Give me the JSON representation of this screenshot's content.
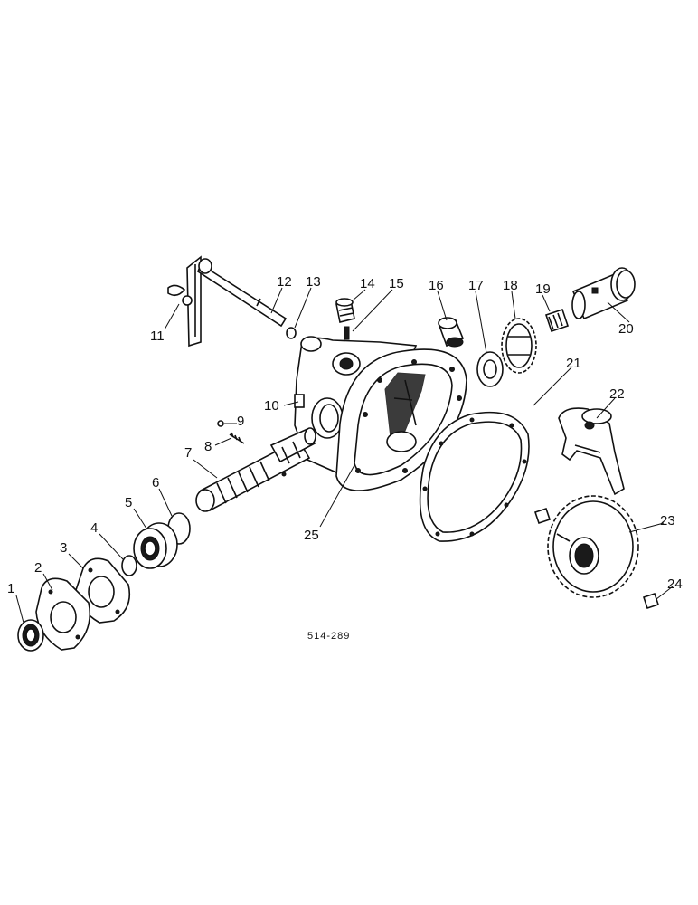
{
  "diagram": {
    "reference_code": "514-289",
    "callouts": [
      "1",
      "2",
      "3",
      "4",
      "5",
      "6",
      "7",
      "8",
      "9",
      "10",
      "11",
      "12",
      "13",
      "14",
      "15",
      "16",
      "17",
      "18",
      "19",
      "20",
      "21",
      "22",
      "23",
      "24",
      "25"
    ]
  }
}
